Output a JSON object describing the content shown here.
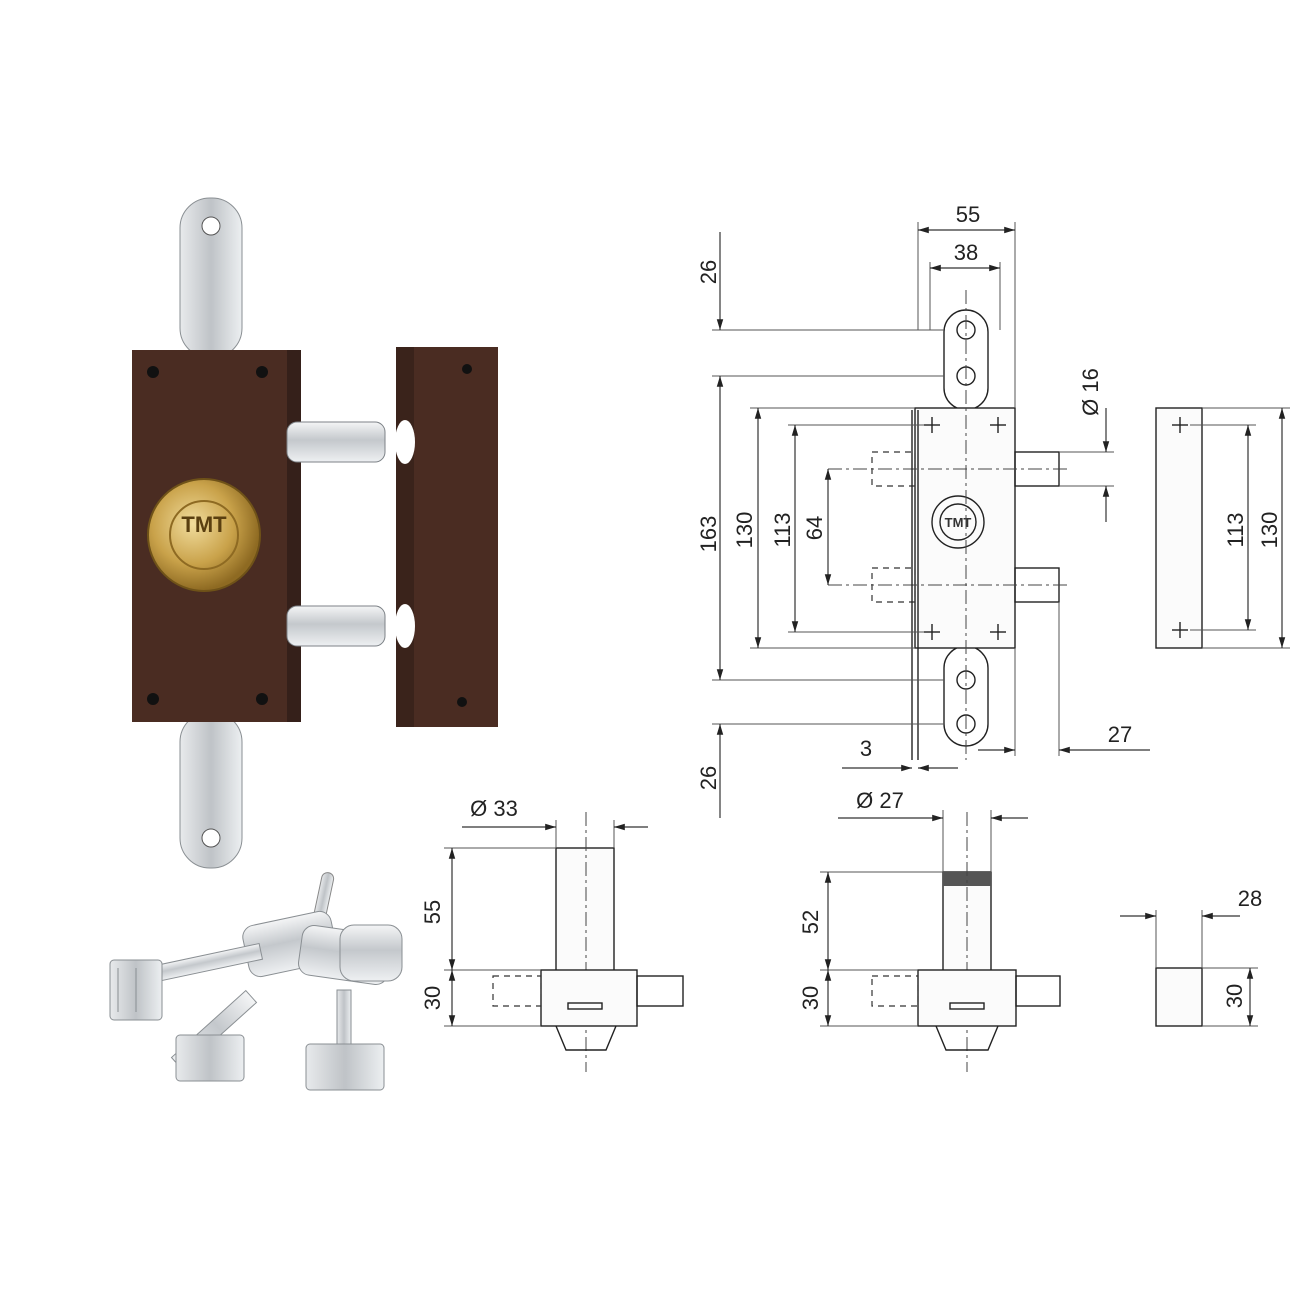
{
  "brand": {
    "cylinder_logo": "TMT"
  },
  "front_view": {
    "width_outer": "55",
    "width_inner": "38",
    "top_offset": "26",
    "bottom_offset": "26",
    "total_height": "163",
    "case_height": "130",
    "bolt_span": "113",
    "bolt_pitch": "64",
    "bolt_diameter": "Ø 16",
    "strap_thickness": "3",
    "bolt_projection": "27"
  },
  "keeper_view": {
    "height_outer": "130",
    "height_inner": "113"
  },
  "side_view_a": {
    "cylinder_diameter": "Ø 33",
    "cylinder_length": "55",
    "case_depth": "30"
  },
  "side_view_b": {
    "cylinder_diameter": "Ø 27",
    "cylinder_length": "52",
    "case_depth": "30"
  },
  "keeper_section": {
    "width": "28",
    "depth": "30"
  },
  "colors": {
    "case_brown": "#4a2c22",
    "brass": "#c9a24a",
    "chrome": "#d9dcdf",
    "line": "#222222"
  }
}
